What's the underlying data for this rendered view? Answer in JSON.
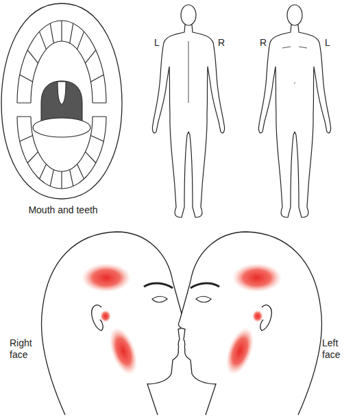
{
  "diagram": {
    "labels": [
      "Mouth and teeth",
      "L",
      "R",
      "R",
      "L",
      "Right face",
      "Left face"
    ]
  }
}
